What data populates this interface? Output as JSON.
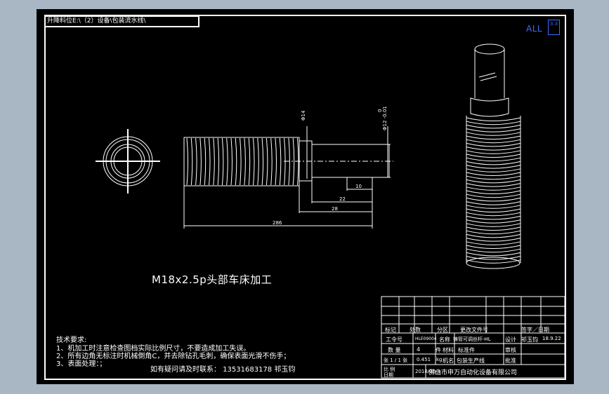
{
  "path_bar": {
    "text": "升降料位E:\\（2）设备\\包装流水线\\"
  },
  "view": {
    "label": "ALL",
    "scale": "3.3"
  },
  "drawing": {
    "caption": "M18x2.5p头部车床加工",
    "dims": {
      "d14": "Φ14",
      "d12": "Φ12 -0.01",
      "d12_tol": "0",
      "len10": "10",
      "len22": "22",
      "len28": "28",
      "len286": "286"
    }
  },
  "notes": {
    "heading": "技术要求:",
    "line1": "1、机加工时注意检查图档实际比例尺寸，不要造成加工失误。",
    "line2": "2、所有边角无标注时机械倒角C，并去除钻孔毛刺，确保表面光滑不伤手；",
    "line3": "3、表面处理：；",
    "contact": "如有疑问请及时联系：  13531683178   祁玉钧"
  },
  "title_block": {
    "row_labels": {
      "mark": "标记",
      "count": "处数",
      "zone": "分区",
      "doc": "更改文件号",
      "sign_date": "签字／日期"
    },
    "work_no_label": "工令号",
    "work_no": "HLE09004",
    "name_label": "名称",
    "name": "铸管可调丝杆-HL",
    "design_label": "设计",
    "designer": "祁玉钧",
    "design_date": "18.9.22",
    "qty_label": "数 量",
    "qty": "4",
    "qty_unit": "件",
    "material_label": "材料",
    "material": "标准件",
    "review_label": "审核",
    "scale_label": "比 例",
    "sheet_label": "张 1 / 1 张",
    "weight": "0.451",
    "weight_unit": "kg",
    "machine_label": "机名",
    "machine": "包装生产线",
    "approve_label": "批准",
    "date_label": "日期",
    "date": "2018/10/4",
    "company": "佛山市申万自动化设备有限公司"
  }
}
